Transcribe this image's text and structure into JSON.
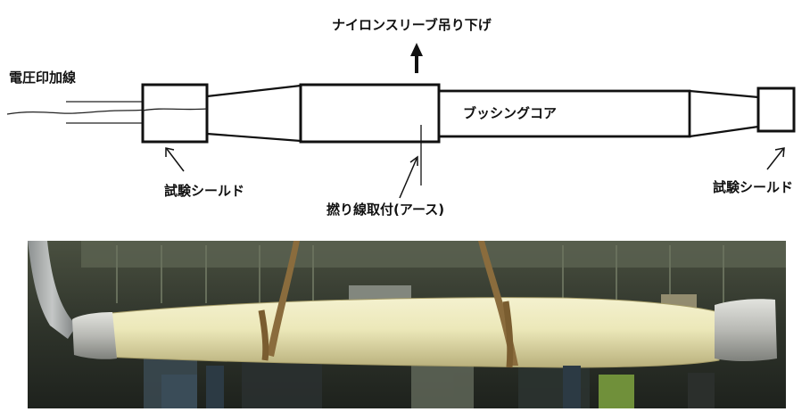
{
  "diagram": {
    "labels": {
      "nylon_sleeve": "ナイロンスリーブ吊り下げ",
      "voltage_line": "電圧印加線",
      "bushing_core": "ブッシングコア",
      "test_shield_left": "試験シールド",
      "test_shield_right": "試験シールド",
      "stranded_wire": "撚り線取付(アース)"
    }
  },
  "photo": {
    "description_icon": "photo-of-bushing-in-test-hall",
    "colors": {
      "background": "#34392f",
      "core": "#ece8b9",
      "shield": "#b8b9b4",
      "strap": "#8a6c3d",
      "duct": "#9ea1a1"
    }
  }
}
